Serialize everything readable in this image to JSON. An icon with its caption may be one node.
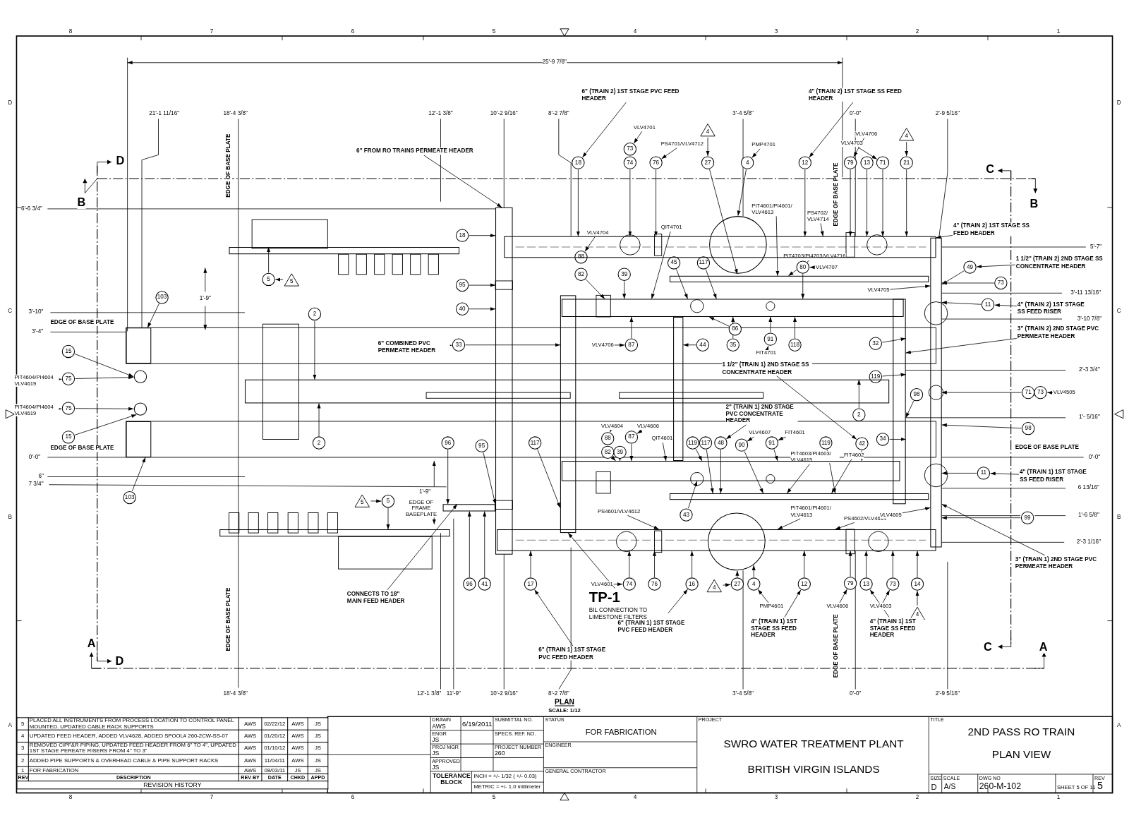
{
  "diagram": {
    "nodes": [
      {
        "text": [
          "6\" (TRAIN 2) 1ST STAGE PVC FEED HEADER"
        ]
      },
      {
        "text": [
          "4\" (TRAIN 2) 1ST STAGE SS FEED HEADER"
        ]
      },
      {
        "text": [
          "6\" FROM RO TRAINS PERMEATE HEADER"
        ]
      },
      {
        "text": [
          "VLV4701"
        ]
      },
      {
        "text": [
          "PS4701/VLV4712"
        ]
      },
      {
        "text": [
          "PMP4701"
        ]
      },
      {
        "text": [
          "VLV4706"
        ]
      },
      {
        "text": [
          "VLV4703"
        ]
      },
      {
        "text": [
          "4"
        ]
      },
      {
        "text": [
          "4"
        ]
      },
      {
        "text": [
          "18"
        ]
      },
      {
        "text": [
          "73"
        ]
      },
      {
        "text": [
          "74"
        ]
      },
      {
        "text": [
          "76"
        ]
      },
      {
        "text": [
          "27"
        ]
      },
      {
        "text": [
          "4"
        ]
      },
      {
        "text": [
          "12"
        ]
      },
      {
        "text": [
          "79"
        ]
      },
      {
        "text": [
          "13"
        ]
      },
      {
        "text": [
          "71"
        ]
      },
      {
        "text": [
          "21"
        ]
      },
      {
        "text": [
          "18"
        ]
      },
      {
        "text": [
          "95"
        ]
      },
      {
        "text": [
          "40"
        ]
      },
      {
        "text": [
          "103"
        ]
      },
      {
        "text": [
          "5"
        ]
      },
      {
        "text": [
          "5"
        ]
      },
      {
        "text": [
          "2"
        ]
      },
      {
        "text": [
          "6\" COMBINED PVC PERMEATE HEADER"
        ]
      },
      {
        "text": [
          "33"
        ]
      },
      {
        "text": [
          "15"
        ]
      },
      {
        "text": [
          "PIT4604/PI4604 VLV4619"
        ]
      },
      {
        "text": [
          "75"
        ]
      },
      {
        "text": [
          "PIT4604/PI4604 VLV4619"
        ]
      },
      {
        "text": [
          "75"
        ]
      },
      {
        "text": [
          "15"
        ]
      },
      {
        "text": [
          "2"
        ]
      },
      {
        "text": [
          "103"
        ]
      },
      {
        "text": [
          "5"
        ]
      },
      {
        "text": [
          "5"
        ]
      },
      {
        "text": [
          "96"
        ]
      },
      {
        "text": [
          "95"
        ]
      },
      {
        "text": [
          "117"
        ]
      },
      {
        "text": [
          "96"
        ]
      },
      {
        "text": [
          "41"
        ]
      },
      {
        "text": [
          "17"
        ]
      },
      {
        "text": [
          "CONNECTS TO 18\" MAIN FEED HEADER"
        ]
      },
      {
        "text": [
          "6\" (TRAIN 1) 1ST STAGE PVC FEED HEADER"
        ]
      },
      {
        "text": [
          "TP-1",
          "BIL CONNECTION TO LIMESTONE FILTERS"
        ]
      },
      {
        "text": [
          "VLV4704"
        ]
      },
      {
        "text": [
          "88"
        ]
      },
      {
        "text": [
          "82"
        ]
      },
      {
        "text": [
          "39"
        ]
      },
      {
        "text": [
          "QIT4701"
        ]
      },
      {
        "text": [
          "45"
        ]
      },
      {
        "text": [
          "117"
        ]
      },
      {
        "text": [
          "PIT4601/PI4601/ VLV4613"
        ]
      },
      {
        "text": [
          "PS4702/ VLV4714"
        ]
      },
      {
        "text": [
          "PIT4703/PI4703/VLV4716"
        ]
      },
      {
        "text": [
          "80"
        ]
      },
      {
        "text": [
          "VLV4707"
        ]
      },
      {
        "text": [
          "VLV4705"
        ]
      },
      {
        "text": [
          "86"
        ]
      },
      {
        "text": [
          "VLV4706"
        ]
      },
      {
        "text": [
          "87"
        ]
      },
      {
        "text": [
          "44"
        ]
      },
      {
        "text": [
          "35"
        ]
      },
      {
        "text": [
          "91"
        ]
      },
      {
        "text": [
          "FIT4701"
        ]
      },
      {
        "text": [
          "118"
        ]
      },
      {
        "text": [
          "32"
        ]
      },
      {
        "text": [
          "119"
        ]
      },
      {
        "text": [
          "1 1/2\" (TRAIN 1) 2ND STAGE SS CONCENTRATE HEADER"
        ]
      },
      {
        "text": [
          "2\" (TRAIN 1) 2ND STAGE PVC CONCENTRATE HEADER"
        ]
      },
      {
        "text": [
          "98"
        ]
      },
      {
        "text": [
          "2"
        ]
      },
      {
        "text": [
          "34"
        ]
      },
      {
        "text": [
          "42"
        ]
      },
      {
        "text": [
          "VLV4604"
        ]
      },
      {
        "text": [
          "VLV4606"
        ]
      },
      {
        "text": [
          "88"
        ]
      },
      {
        "text": [
          "87"
        ]
      },
      {
        "text": [
          "82"
        ]
      },
      {
        "text": [
          "39"
        ]
      },
      {
        "text": [
          "QIT4601"
        ]
      },
      {
        "text": [
          "119"
        ]
      },
      {
        "text": [
          "117"
        ]
      },
      {
        "text": [
          "48"
        ]
      },
      {
        "text": [
          "VLV4607"
        ]
      },
      {
        "text": [
          "90"
        ]
      },
      {
        "text": [
          "FIT4601"
        ]
      },
      {
        "text": [
          "91"
        ]
      },
      {
        "text": [
          "PIT4603/PI4603/ VLV4615"
        ]
      },
      {
        "text": [
          "119"
        ]
      },
      {
        "text": [
          "FIT4602"
        ]
      },
      {
        "text": [
          "43"
        ]
      },
      {
        "text": [
          "PS4601/VLV4612"
        ]
      },
      {
        "text": [
          "PIT4601/PI4601/ VLV4613"
        ]
      },
      {
        "text": [
          "PS4602/VLV4614"
        ]
      },
      {
        "text": [
          "VLV4605"
        ]
      },
      {
        "text": [
          "49"
        ]
      },
      {
        "text": [
          "73"
        ]
      },
      {
        "text": [
          "11"
        ]
      },
      {
        "text": [
          "4\" (TRAIN 2) 1ST STAGE SS FEED HEADER"
        ]
      },
      {
        "text": [
          "1 1/2\" (TRAIN 2) 2ND STAGE SS CONCENTRATE HEADER"
        ]
      },
      {
        "text": [
          "4\" (TRAIN 2) 1ST STAGE SS FEED RISER"
        ]
      },
      {
        "text": [
          "3\" (TRAIN 2) 2ND STAGE PVC PERMEATE HEADER"
        ]
      },
      {
        "text": [
          "71"
        ]
      },
      {
        "text": [
          "73"
        ]
      },
      {
        "text": [
          "VLV4505"
        ]
      },
      {
        "text": [
          "98"
        ]
      },
      {
        "text": [
          "11"
        ]
      },
      {
        "text": [
          "4\" (TRAIN 1) 1ST STAGE SS FEED RISER"
        ]
      },
      {
        "text": [
          "99"
        ]
      },
      {
        "text": [
          "3\" (TRAIN 1) 2ND STAGE PVC PERMEATE HEADER"
        ]
      },
      {
        "text": [
          "VLV4601"
        ]
      },
      {
        "text": [
          "74"
        ]
      },
      {
        "text": [
          "76"
        ]
      },
      {
        "text": [
          "16"
        ]
      },
      {
        "text": [
          "4"
        ]
      },
      {
        "text": [
          "27"
        ]
      },
      {
        "text": [
          "4"
        ]
      },
      {
        "text": [
          "PMP4601"
        ]
      },
      {
        "text": [
          "12"
        ]
      },
      {
        "text": [
          "VLV4606"
        ]
      },
      {
        "text": [
          "79"
        ]
      },
      {
        "text": [
          "13"
        ]
      },
      {
        "text": [
          "VLV4603"
        ]
      },
      {
        "text": [
          "73"
        ]
      },
      {
        "text": [
          "14"
        ]
      },
      {
        "text": [
          "4"
        ]
      },
      {
        "text": [
          "6\" (TRAIN 1) 1ST STAGE PVC FEED HEADER"
        ]
      },
      {
        "text": [
          "4\" (TRAIN 1) 1ST STAGE SS FEED HEADER"
        ]
      },
      {
        "text": [
          "4\" (TRAIN 1) 1ST STAGE SS FEED HEADER"
        ]
      },
      {
        "text": [],
        "shape": "bar"
      },
      {
        "text": [],
        "shape": "bar"
      },
      {
        "text": [],
        "shape": "bar"
      },
      {
        "text": [],
        "shape": "box"
      },
      {
        "text": [],
        "shape": "bar"
      },
      {
        "text": [],
        "shape": "box"
      },
      {
        "text": [],
        "shape": "bar"
      },
      {
        "text": [],
        "shape": "bar"
      },
      {
        "text": [],
        "shape": "bar"
      },
      {
        "text": [],
        "shape": "bar"
      },
      {
        "text": [],
        "shape": "bar"
      },
      {
        "text": [],
        "shape": "bar"
      },
      {
        "text": [],
        "shape": "bar"
      },
      {
        "text": [],
        "shape": "bar"
      },
      {
        "text": [],
        "shape": "bar"
      },
      {
        "text": [],
        "shape": "circle"
      },
      {
        "text": [],
        "shape": "circle"
      },
      {
        "text": [],
        "shape": "circle"
      },
      {
        "text": [],
        "shape": "circle"
      },
      {
        "text": [],
        "shape": "bar"
      },
      {
        "text": [],
        "shape": "bar"
      }
    ],
    "edges": [
      {
        "from": 0,
        "to": 10,
        "arrow": "to"
      },
      {
        "from": 1,
        "to": 16,
        "arrow": "to"
      },
      {
        "from": 3,
        "to": 11,
        "arrow": "to"
      },
      {
        "from": 4,
        "to": 13,
        "arrow": "to"
      },
      {
        "from": 5,
        "to": 15,
        "arrow": "to"
      },
      {
        "from": 6,
        "to": 17,
        "arrow": "to"
      },
      {
        "from": 7,
        "to": 19,
        "arrow": "to"
      },
      {
        "from": 8,
        "to": 14,
        "arrow": "to"
      },
      {
        "from": 9,
        "to": 20,
        "arrow": "to"
      },
      {
        "from": 10,
        "to": 134,
        "arrow": "to"
      },
      {
        "from": 12,
        "to": 134,
        "arrow": "to"
      },
      {
        "from": 13,
        "to": 134,
        "arrow": "to"
      },
      {
        "from": 14,
        "to": 149,
        "arrow": "to"
      },
      {
        "from": 15,
        "to": 149,
        "arrow": "to"
      },
      {
        "from": 16,
        "to": 134,
        "arrow": "to"
      },
      {
        "from": 17,
        "to": 134,
        "arrow": "to"
      },
      {
        "from": 18,
        "to": 134,
        "arrow": "to"
      },
      {
        "from": 19,
        "to": 134,
        "arrow": "to"
      },
      {
        "from": 20,
        "to": 134,
        "arrow": "to"
      },
      {
        "from": 2,
        "to": 143,
        "arrow": "to"
      },
      {
        "from": 21,
        "to": 143,
        "arrow": "to"
      },
      {
        "from": 22,
        "to": 143,
        "arrow": "to"
      },
      {
        "from": 23,
        "to": 143,
        "arrow": "to"
      },
      {
        "from": 24,
        "to": 137,
        "arrow": "to"
      },
      {
        "from": 25,
        "to": 147,
        "arrow": "to"
      },
      {
        "from": 26,
        "to": 25,
        "arrow": "to"
      },
      {
        "from": 27,
        "to": 138,
        "arrow": "to"
      },
      {
        "from": 28,
        "to": 29,
        "arrow": "to"
      },
      {
        "from": 29,
        "to": 144,
        "arrow": "to"
      },
      {
        "from": 30,
        "to": 151,
        "arrow": "to"
      },
      {
        "from": 31,
        "to": 32,
        "arrow": "to"
      },
      {
        "from": 32,
        "to": 151,
        "arrow": "to"
      },
      {
        "from": 33,
        "to": 34,
        "arrow": "to"
      },
      {
        "from": 34,
        "to": 152,
        "arrow": "to"
      },
      {
        "from": 35,
        "to": 152,
        "arrow": "to"
      },
      {
        "from": 36,
        "to": 138,
        "arrow": "to"
      },
      {
        "from": 37,
        "to": 139,
        "arrow": "to"
      },
      {
        "from": 38,
        "to": 39,
        "arrow": "to"
      },
      {
        "from": 39,
        "to": 148,
        "arrow": "to"
      },
      {
        "from": 40,
        "to": 153,
        "arrow": "to"
      },
      {
        "from": 41,
        "to": 143,
        "arrow": "to"
      },
      {
        "from": 42,
        "to": 144,
        "arrow": "to"
      },
      {
        "from": 43,
        "to": 153,
        "arrow": "to"
      },
      {
        "from": 44,
        "to": 153,
        "arrow": "to"
      },
      {
        "from": 45,
        "to": 142,
        "arrow": "to"
      },
      {
        "from": 46,
        "to": 153,
        "arrow": "to"
      },
      {
        "from": 47,
        "to": 45,
        "arrow": "to"
      },
      {
        "from": 48,
        "to": 144,
        "arrow": "to"
      },
      {
        "from": 49,
        "to": 50,
        "arrow": "to"
      },
      {
        "from": 51,
        "to": 136,
        "arrow": "to"
      },
      {
        "from": 52,
        "to": 136,
        "arrow": "to"
      },
      {
        "from": 53,
        "to": 136,
        "arrow": "to"
      },
      {
        "from": 54,
        "to": 136,
        "arrow": "to"
      },
      {
        "from": 55,
        "to": 136,
        "arrow": "to"
      },
      {
        "from": 56,
        "to": 135,
        "arrow": "to"
      },
      {
        "from": 57,
        "to": 134,
        "arrow": "to"
      },
      {
        "from": 58,
        "to": 135,
        "arrow": "to"
      },
      {
        "from": 60,
        "to": 59,
        "arrow": "to"
      },
      {
        "from": 59,
        "to": 136,
        "arrow": "to"
      },
      {
        "from": 61,
        "to": 146,
        "arrow": "to"
      },
      {
        "from": 62,
        "to": 136,
        "arrow": "to"
      },
      {
        "from": 63,
        "to": 64,
        "arrow": "to"
      },
      {
        "from": 64,
        "to": 136,
        "arrow": "to"
      },
      {
        "from": 65,
        "to": 154,
        "arrow": "to"
      },
      {
        "from": 66,
        "to": 136,
        "arrow": "to"
      },
      {
        "from": 67,
        "to": 136,
        "arrow": "to"
      },
      {
        "from": 68,
        "to": 67,
        "arrow": "to"
      },
      {
        "from": 69,
        "to": 136,
        "arrow": "to"
      },
      {
        "from": 70,
        "to": 145,
        "arrow": "to"
      },
      {
        "from": 71,
        "to": 145,
        "arrow": "to"
      },
      {
        "from": 72,
        "to": 77,
        "arrow": "to"
      },
      {
        "from": 73,
        "to": 87,
        "arrow": "to"
      },
      {
        "from": 74,
        "to": 145,
        "arrow": "to"
      },
      {
        "from": 75,
        "to": 138,
        "arrow": "to"
      },
      {
        "from": 76,
        "to": 145,
        "arrow": "to"
      },
      {
        "from": 77,
        "to": 140,
        "arrow": "to"
      },
      {
        "from": 78,
        "to": 80,
        "arrow": "to"
      },
      {
        "from": 79,
        "to": 81,
        "arrow": "to"
      },
      {
        "from": 82,
        "to": 140,
        "arrow": "to"
      },
      {
        "from": 83,
        "to": 140,
        "arrow": "to"
      },
      {
        "from": 81,
        "to": 140,
        "arrow": "to"
      },
      {
        "from": 84,
        "to": 140,
        "arrow": "to"
      },
      {
        "from": 85,
        "to": 140,
        "arrow": "to"
      },
      {
        "from": 86,
        "to": 141,
        "arrow": "to"
      },
      {
        "from": 87,
        "to": 141,
        "arrow": "to"
      },
      {
        "from": 88,
        "to": 89,
        "arrow": "to"
      },
      {
        "from": 89,
        "to": 141,
        "arrow": "to"
      },
      {
        "from": 90,
        "to": 91,
        "arrow": "to"
      },
      {
        "from": 91,
        "to": 140,
        "arrow": "to"
      },
      {
        "from": 92,
        "to": 141,
        "arrow": "to"
      },
      {
        "from": 93,
        "to": 141,
        "arrow": "to"
      },
      {
        "from": 94,
        "to": 141,
        "arrow": "to"
      },
      {
        "from": 95,
        "to": 140,
        "arrow": "to"
      },
      {
        "from": 96,
        "to": 142,
        "arrow": "to"
      },
      {
        "from": 97,
        "to": 142,
        "arrow": "to"
      },
      {
        "from": 98,
        "to": 142,
        "arrow": "to"
      },
      {
        "from": 99,
        "to": 146,
        "arrow": "to"
      },
      {
        "from": 103,
        "to": 146,
        "arrow": "to"
      },
      {
        "from": 104,
        "to": 100,
        "arrow": "to"
      },
      {
        "from": 100,
        "to": 146,
        "arrow": "to"
      },
      {
        "from": 101,
        "to": 146,
        "arrow": "to"
      },
      {
        "from": 105,
        "to": 102,
        "arrow": "to"
      },
      {
        "from": 102,
        "to": 146,
        "arrow": "to"
      },
      {
        "from": 106,
        "to": 145,
        "arrow": "to"
      },
      {
        "from": 109,
        "to": 108,
        "arrow": "to"
      },
      {
        "from": 107,
        "to": 146,
        "arrow": "to"
      },
      {
        "from": 110,
        "to": 146,
        "arrow": "to"
      },
      {
        "from": 112,
        "to": 111,
        "arrow": "to"
      },
      {
        "from": 111,
        "to": 146,
        "arrow": "to"
      },
      {
        "from": 113,
        "to": 146,
        "arrow": "to"
      },
      {
        "from": 114,
        "to": 146,
        "arrow": "to"
      },
      {
        "from": 115,
        "to": 116,
        "arrow": "to"
      },
      {
        "from": 116,
        "to": 142,
        "arrow": "to"
      },
      {
        "from": 117,
        "to": 142,
        "arrow": "to"
      },
      {
        "from": 118,
        "to": 142,
        "arrow": "to"
      },
      {
        "from": 119,
        "to": 120,
        "arrow": "to"
      },
      {
        "from": 120,
        "to": 150,
        "arrow": "to"
      },
      {
        "from": 122,
        "to": 121,
        "arrow": "to"
      },
      {
        "from": 121,
        "to": 150,
        "arrow": "to"
      },
      {
        "from": 123,
        "to": 142,
        "arrow": "to"
      },
      {
        "from": 124,
        "to": 125,
        "arrow": "to"
      },
      {
        "from": 125,
        "to": 142,
        "arrow": "to"
      },
      {
        "from": 126,
        "to": 142,
        "arrow": "to"
      },
      {
        "from": 127,
        "to": 128,
        "arrow": "to"
      },
      {
        "from": 128,
        "to": 142,
        "arrow": "to"
      },
      {
        "from": 130,
        "to": 129,
        "arrow": "to"
      },
      {
        "from": 129,
        "to": 142,
        "arrow": "to"
      },
      {
        "from": 131,
        "to": 118,
        "arrow": "to"
      },
      {
        "from": 132,
        "to": 123,
        "arrow": "to"
      },
      {
        "from": 133,
        "to": 126,
        "arrow": "to"
      }
    ],
    "labels": [
      "25'-9 7/8\"",
      "21'-1 11/16\"",
      "18'-4 3/8\"",
      "12'-1 3/8\"",
      "10'-2 9/16\"",
      "8'-2 7/8\"",
      "3'-4 5/8\"",
      "0'-0\"",
      "2'-9 5/16\"",
      "EDGE OF BASE PLATE",
      "EDGE OF BASE PLATE",
      "D",
      "B",
      "C",
      "B",
      "6'-6 3/4\"",
      "1'-9\"",
      "3'-10\"",
      "EDGE OF BASE PLATE",
      "3'-4\"",
      "5'-7\"",
      "3'-11 13/16\"",
      "3'-10 7/8\"",
      "2'-3 3/4\"",
      "1'- 5/16\"",
      "EDGE OF BASE PLATE",
      "0'-0\"",
      "EDGE OF BASE PLATE",
      "0'-0\"",
      "6\"",
      "7 3/4\"",
      "1'-9\"",
      "EDGE OF FRAME BASEPLATE",
      "6 13/16\"",
      "1'-6 5/8\"",
      "2'-3 1/16\"",
      "EDGE OF BASE PLATE",
      "EDGE OF BASE PLATE",
      "A",
      "D",
      "C",
      "A",
      "18'-4 3/8\"",
      "12'-1 3/8\"",
      "11'-9\"",
      "10'-2 9/16\"",
      "8'-2 7/8\"",
      "3'-4 5/8\"",
      "0'-0\"",
      "2'-9 5/16\"",
      "PLAN",
      "SCALE: 1/12",
      "8",
      "7",
      "6",
      "5",
      "4",
      "3",
      "2",
      "1",
      "D",
      "C",
      "B",
      "A",
      "D",
      "C",
      "B",
      "A",
      "8",
      "7",
      "6",
      "5",
      "4",
      "3",
      "2",
      "1",
      "5",
      "PLACED ALL INSTRUMENTS FROM PROCESS LOCATION TO CONTROL PANEL MOUNTED.  UPDATED CABLE RACK SUPPORTS",
      "AWS",
      "02/22/12",
      "AWS",
      "JS",
      "4",
      "UPDATED FEED HEADER, ADDED VLV4628, ADDED SPOOL# 260-2CW-SS-07",
      "AWS",
      "01/20/12",
      "AWS",
      "JS",
      "3",
      "REMOVED CIPF&R PIPING, UPDATED FEED HEADER FROM 6\" TO 4\", UPDATED 1ST STAGE PEREATE RISERS FROM 4\" TO 3\"",
      "AWS",
      "01/10/12",
      "AWS",
      "JS",
      "2",
      "ADDED PIPE SUPPORTS & OVERHEAD CABLE & PIPE SUPPORT RACKS",
      "AWS",
      "11/04/11",
      "AWS",
      "JS",
      "1",
      "FOR FABRICATION",
      "AWS",
      "08/03/11",
      "JS",
      "JS",
      "REV",
      "DESCRIPTION",
      "REV BY",
      "DATE",
      "CHKD",
      "APPD",
      "REVISION HISTORY",
      "DRAWN",
      "AWS",
      "6/19/2011",
      "SUBMITTAL NO.",
      "STATUS",
      "FOR FABRICATION",
      "PROJECT",
      "TITLE",
      "2ND PASS RO TRAIN",
      "ENGR",
      "JS",
      "SPECS. REF. NO.",
      "ENGINEER",
      "SWRO WATER TREATMENT PLANT",
      "PLAN VIEW",
      "PROJ MGR",
      "JS",
      "PROJECT NUMBER",
      "260",
      "GENERAL CONTRACTOR",
      "APPROVED",
      "JS",
      "BRITISH VIRGIN ISLANDS",
      "SIZE",
      "D",
      "SCALE",
      "A/S",
      "DWG NO",
      "260-M-102",
      "SHEET 5 OF 11",
      "REV",
      "5",
      "TOLERANCE BLOCK",
      "INCH = +/- 1/32 ( +/- 0.03)",
      "METRIC = +/- 1.0 millimeter"
    ]
  }
}
